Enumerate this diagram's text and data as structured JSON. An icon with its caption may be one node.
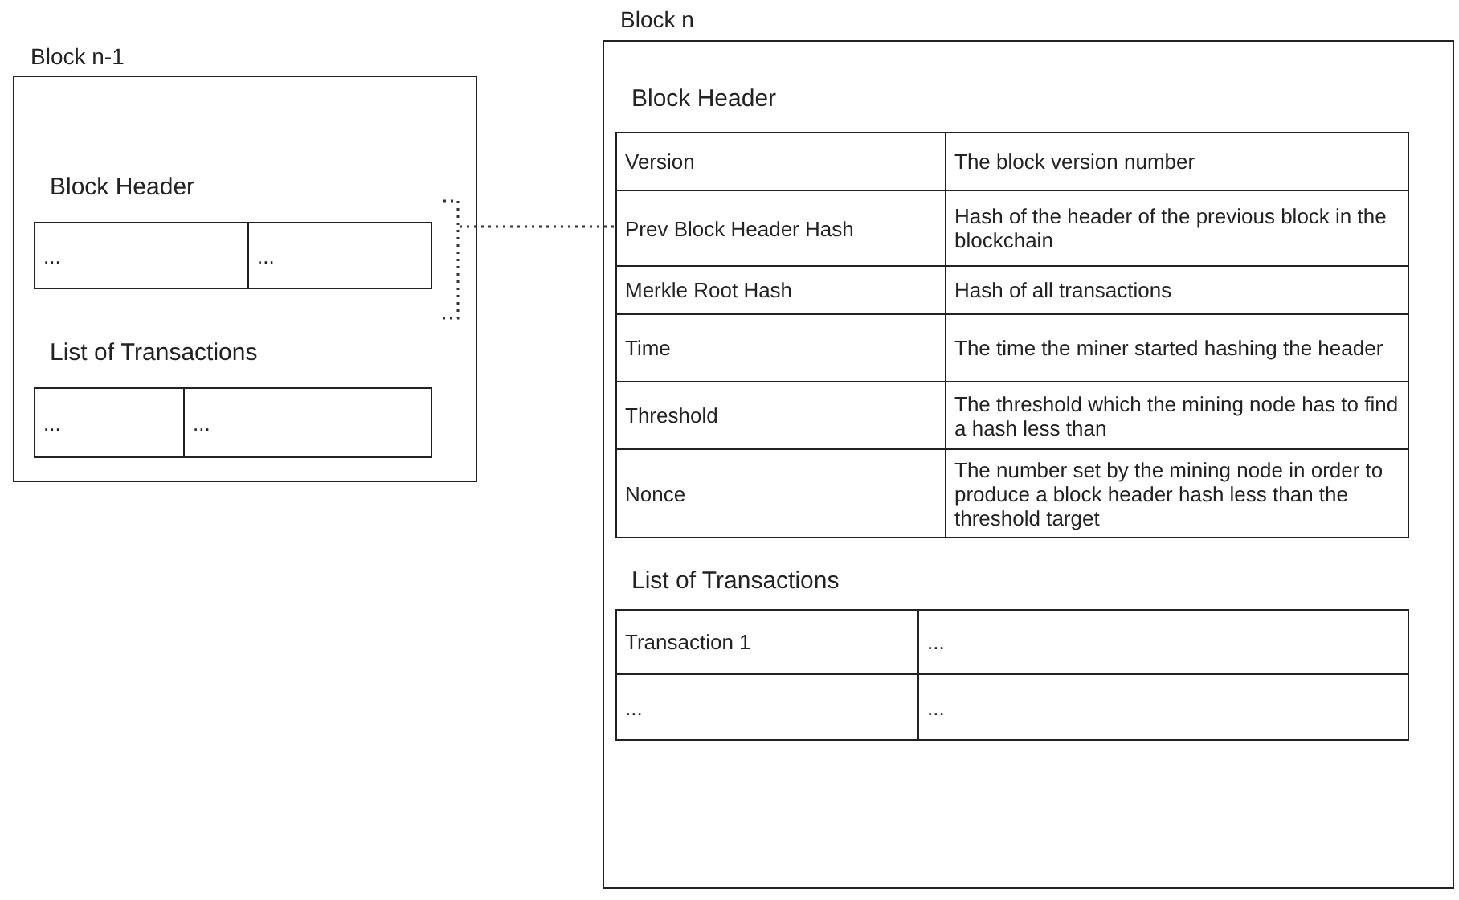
{
  "diagram": {
    "nodes": [
      {
        "text": [
          "Block n-1"
        ]
      },
      {
        "text": [
          "Block Header"
        ],
        "in": 0
      },
      {
        "text": [
          "...",
          "..."
        ],
        "in": 1
      },
      {
        "text": [
          "List of Transactions"
        ],
        "in": 0
      },
      {
        "text": [
          "...",
          "..."
        ],
        "in": 3
      },
      {
        "text": [
          "Block n"
        ]
      },
      {
        "text": [
          "Block Header"
        ],
        "in": 5
      },
      {
        "text": [
          "Version",
          "The block version number"
        ],
        "in": 6
      },
      {
        "text": [
          "Prev Block Header Hash",
          "Hash of the header of the previous block in the blockchain"
        ],
        "in": 6
      },
      {
        "text": [
          "Merkle Root Hash",
          "Hash of all transactions"
        ],
        "in": 6
      },
      {
        "text": [
          "Time",
          "The time the miner started hashing the header"
        ],
        "in": 6
      },
      {
        "text": [
          "Threshold",
          "The threshold which the mining node has to find a hash less than"
        ],
        "in": 6
      },
      {
        "text": [
          "Nonce",
          "The number set by the mining node in order to produce a block header hash less than the threshold target"
        ],
        "in": 6
      },
      {
        "text": [
          "List of Transactions"
        ],
        "in": 5
      },
      {
        "text": [
          "Transaction 1",
          "..."
        ],
        "in": 13
      },
      {
        "text": [
          "...",
          "..."
        ],
        "in": 13
      }
    ],
    "edges": [
      {
        "from": 1,
        "to": 8,
        "arrow": "none",
        "style": "dashed"
      }
    ]
  }
}
